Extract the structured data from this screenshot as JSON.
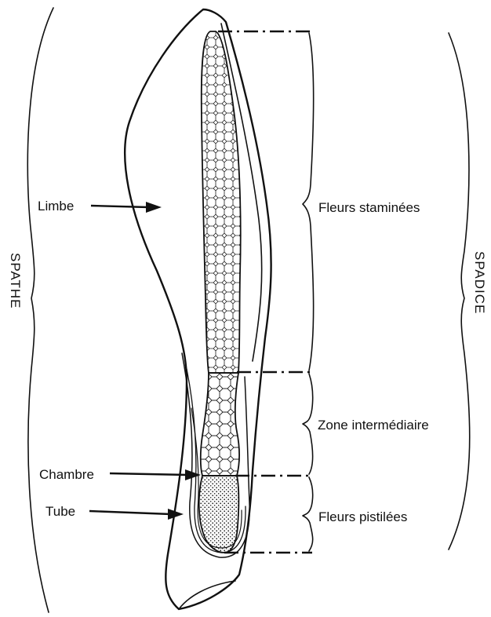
{
  "labels": {
    "limbe": "Limbe",
    "chambre": "Chambre",
    "tube": "Tube",
    "fleurs_staminees": "Fleurs staminées",
    "zone_intermediaire": "Zone intermédiaire",
    "fleurs_pistilees": "Fleurs pistilées",
    "spathe": "SPATHE",
    "spadice": "SPADICE"
  }
}
